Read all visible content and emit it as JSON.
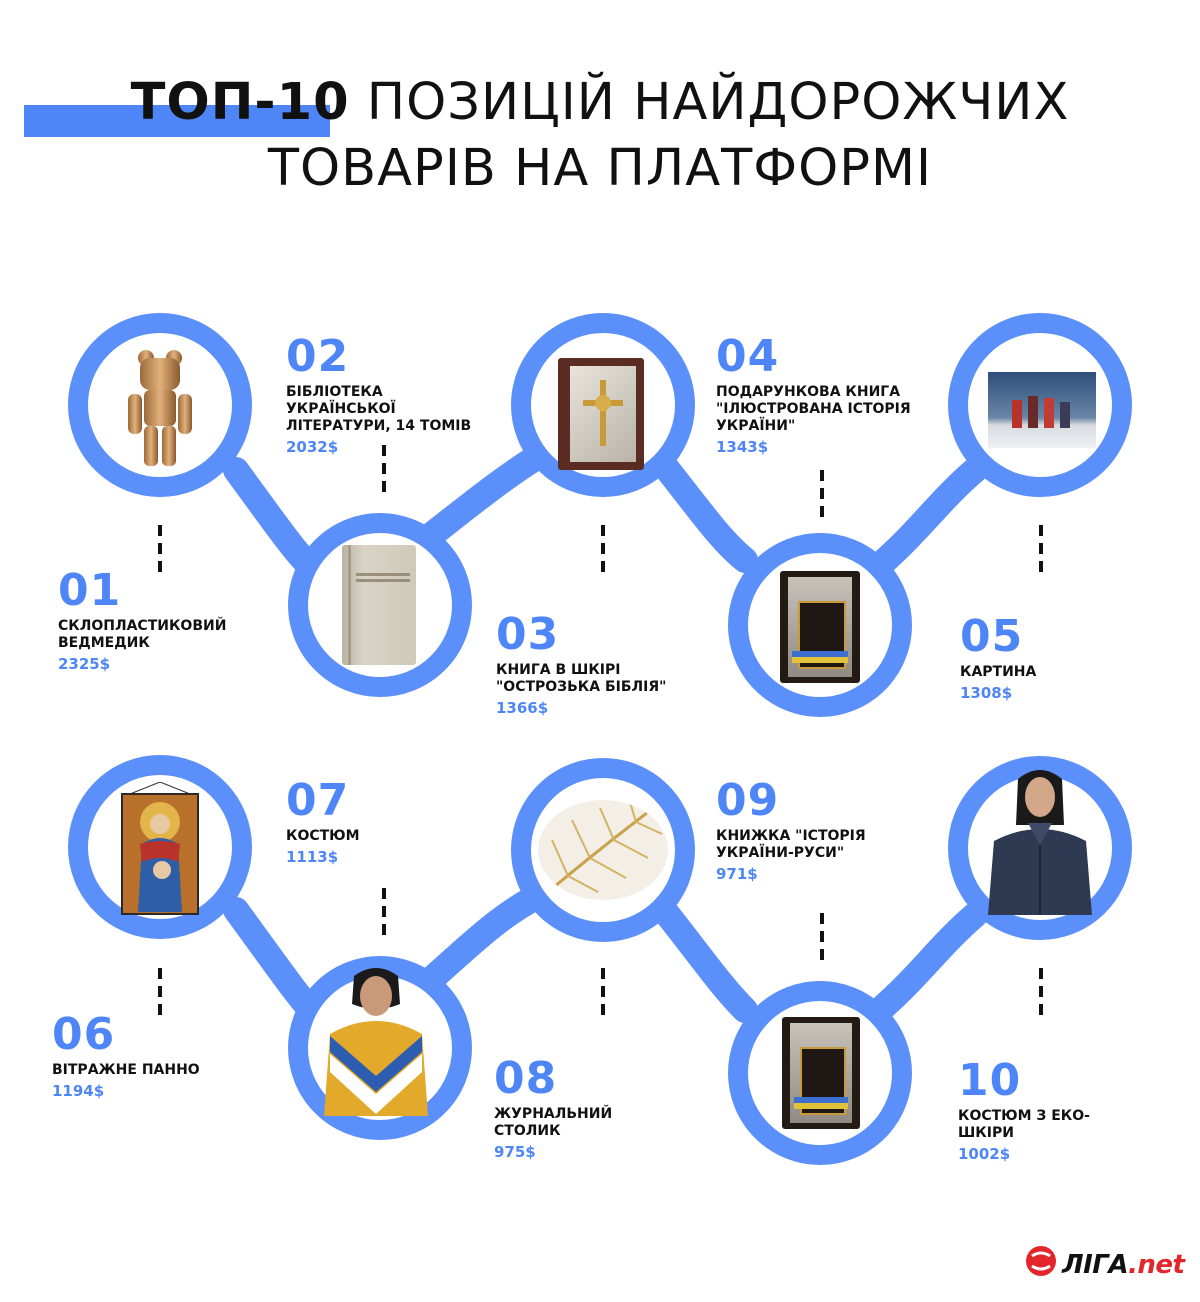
{
  "title": {
    "bold": "ТОП-10",
    "rest_line1": "ПОЗИЦІЙ НАЙДОРОЖЧИХ",
    "line2": "ТОВАРІВ НА ПЛАТФОРМІ"
  },
  "accent_color": "#4f86f7",
  "items": [
    {
      "num": "01",
      "name": "СКЛОПЛАСТИКОВИЙ ВЕДМЕДИК",
      "price": "2325$",
      "icon": "bear-figure-icon"
    },
    {
      "num": "02",
      "name": "БІБЛІОТЕКА УКРАЇНСЬКОЇ ЛІТЕРАТУРИ, 14 ТОМІВ",
      "price": "2032$",
      "icon": "book-icon"
    },
    {
      "num": "03",
      "name": "КНИГА В ШКІРІ \"ОСТРОЗЬКА БІБЛІЯ\"",
      "price": "1366$",
      "icon": "bible-book-icon"
    },
    {
      "num": "04",
      "name": "ПОДАРУНКОВА КНИГА \"ІЛЮСТРОВАНА ІСТОРІЯ УКРАЇНИ\"",
      "price": "1343$",
      "icon": "history-book-icon"
    },
    {
      "num": "05",
      "name": "КАРТИНА",
      "price": "1308$",
      "icon": "painting-icon"
    },
    {
      "num": "06",
      "name": "ВІТРАЖНЕ ПАННО",
      "price": "1194$",
      "icon": "stained-glass-icon"
    },
    {
      "num": "07",
      "name": "КОСТЮМ",
      "price": "1113$",
      "icon": "tracksuit-icon"
    },
    {
      "num": "08",
      "name": "ЖУРНАЛЬНИЙ СТОЛИК",
      "price": "975$",
      "icon": "coffee-table-icon"
    },
    {
      "num": "09",
      "name": "КНИЖКА \"ІСТОРІЯ УКРАЇНИ-РУСИ\"",
      "price": "971$",
      "icon": "history-book-icon"
    },
    {
      "num": "10",
      "name": "КОСТЮМ З ЕКО-ШКІРИ",
      "price": "1002$",
      "icon": "leather-suit-icon"
    }
  ],
  "logo": {
    "main": "ЛІГА",
    "suffix": ".net"
  }
}
